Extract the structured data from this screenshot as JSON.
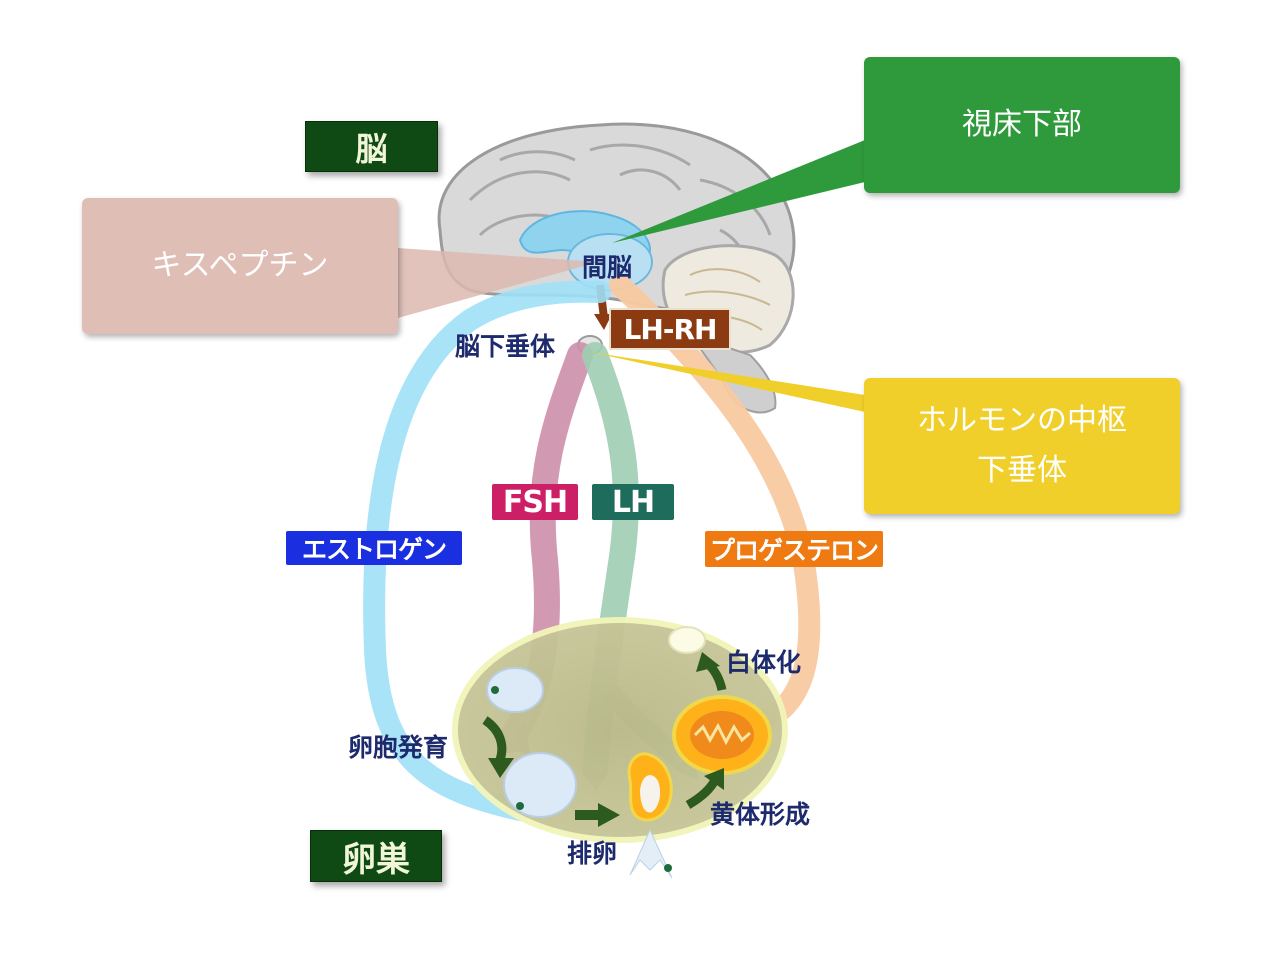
{
  "labels": {
    "brain": "脳",
    "ovary": "卵巣",
    "diencephalon": "間脳",
    "pituitary": "脳下垂体",
    "lhrh": "LH-RH",
    "fsh": "FSH",
    "lh": "LH",
    "estrogen": "エストロゲン",
    "progesterone": "プロゲステロン",
    "follicle_growth": "卵胞発育",
    "ovulation": "排卵",
    "corpus_luteum_formation": "黄体形成",
    "corpus_albicans": "白体化"
  },
  "callouts": {
    "hypothalamus": "視床下部",
    "kisspeptin": "キスペプチン",
    "pituitary_line1": "ホルモンの中枢",
    "pituitary_line2": "下垂体"
  },
  "colors": {
    "brain_box": "#0f4a14",
    "lhrh": "#8b3a12",
    "fsh": "#cc1f66",
    "lh": "#1e6c5c",
    "estrogen": "#1a2fe0",
    "progesterone": "#f07a12",
    "hypothalamus_callout": "#2f9a3c",
    "kisspeptin_callout": "#dcb8b0",
    "pituitary_callout": "#f1cf2a"
  }
}
